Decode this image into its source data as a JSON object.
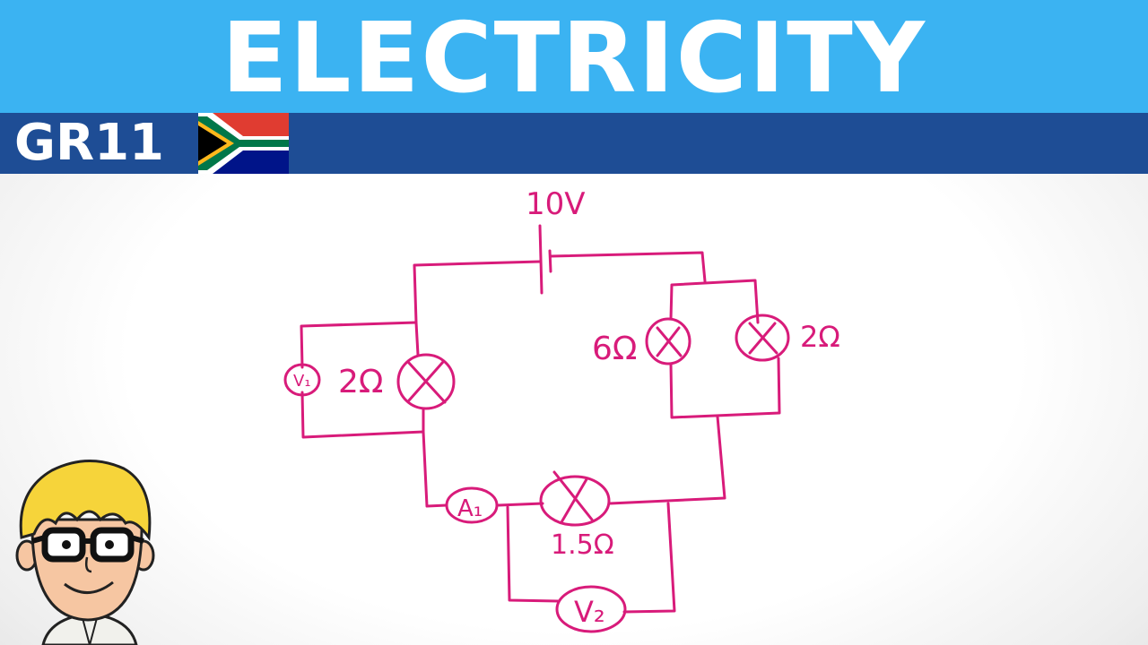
{
  "banner": {
    "title": "ELECTRICITY"
  },
  "grade": {
    "label": "GR11"
  },
  "flag": {
    "icon": "south-africa-flag-icon"
  },
  "colors": {
    "banner": "#3bb3f2",
    "grade_bar": "#1e4d95",
    "ink": "#d81b7a"
  },
  "circuit": {
    "battery_label": "10V",
    "v1_label": "V₁",
    "lamp1_label": "2Ω",
    "lamp2_label": "6Ω",
    "lamp3_label": "2Ω",
    "a1_label": "A₁",
    "lamp4_label": "1.5Ω",
    "v2_label": "V₂"
  },
  "mascot": {
    "icon": "cartoon-teacher-icon"
  }
}
